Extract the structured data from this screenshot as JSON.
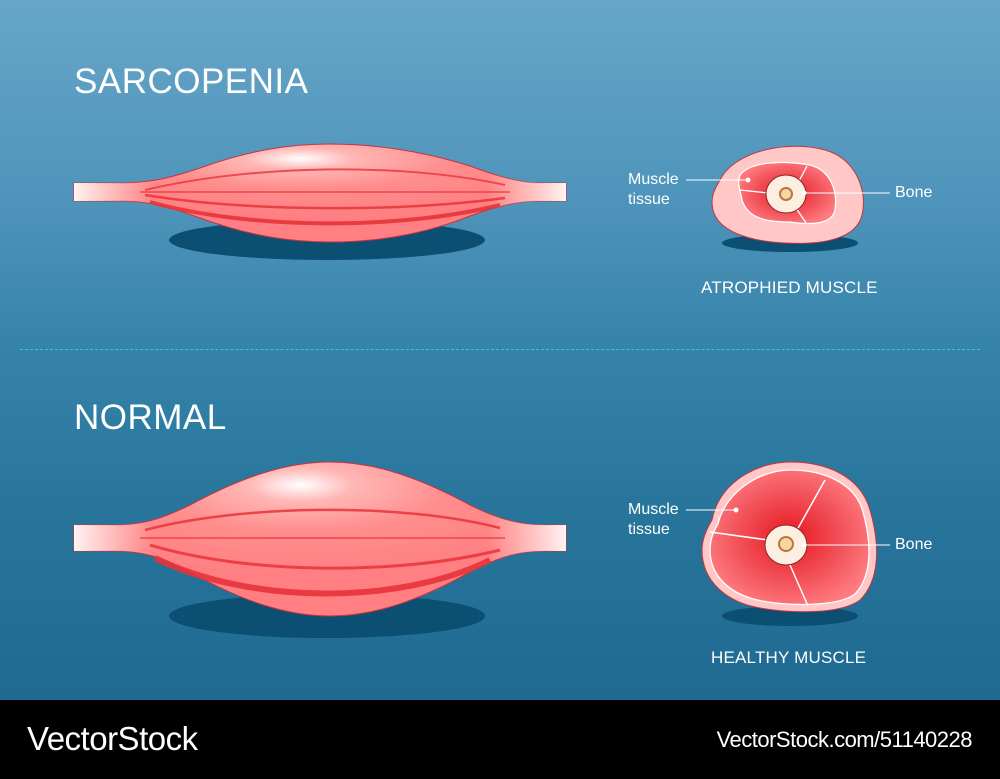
{
  "sections": [
    {
      "title": "SARCOPENIA",
      "cross_section": {
        "label_muscle_line1": "Muscle",
        "label_muscle_line2": "tissue",
        "label_bone": "Bone",
        "caption": "ATROPHIED MUSCLE"
      }
    },
    {
      "title": "NORMAL",
      "cross_section": {
        "label_muscle_line1": "Muscle",
        "label_muscle_line2": "tissue",
        "label_bone": "Bone",
        "caption": "HEALTHY MUSCLE"
      }
    }
  ],
  "footer": {
    "brand": "VectorStock",
    "image_id": "VectorStock.com/51140228"
  },
  "colors": {
    "background_top": "#67a6c8",
    "background_bottom": "#1f6a91",
    "muscle": "#ff8a8a",
    "muscle_dark": "#e8333a",
    "tendon": "#fff2ee",
    "shadow": "#0b4f72",
    "divider": "#2ec4ee",
    "footer": "#000000"
  }
}
